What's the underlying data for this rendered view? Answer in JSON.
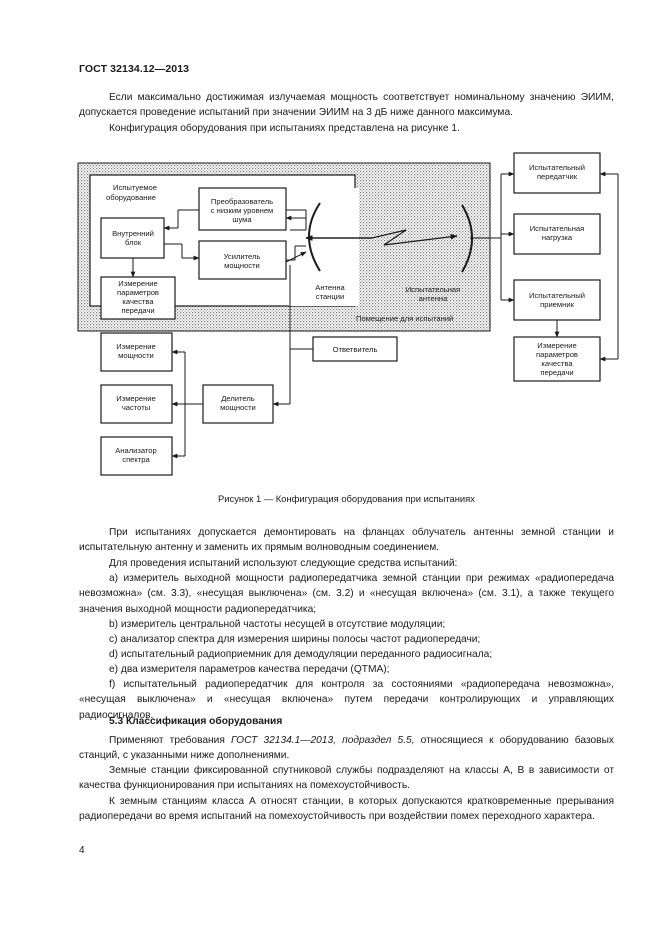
{
  "header": {
    "standard": "ГОСТ 32134.12—2013"
  },
  "intro": {
    "p1": "Если максимально достижимая излучаемая мощность соответствует номинальному значению ЭИИМ, допускается проведение испытаний при значении ЭИИМ на 3 дБ ниже данного максимума.",
    "p2": "Конфигурация оборудования при испытаниях представлена на рисунке 1."
  },
  "figure": {
    "eut_label_1": "Испытуемое",
    "eut_label_2": "оборудование",
    "lna_1": "Преобразователь",
    "lna_2": "с низким уровнем",
    "lna_3": "шума",
    "inner_1": "Внутренний",
    "inner_2": "блок",
    "pa_1": "Усилитель",
    "pa_2": "мощности",
    "station_ant_1": "Антенна",
    "station_ant_2": "станции",
    "test_ant_1": "Испытательная",
    "test_ant_2": "антенна",
    "room": "Помещение для испытаний",
    "qual_1": "Измерение",
    "qual_2": "параметров",
    "qual_3": "качества",
    "qual_4": "передачи",
    "power_1": "Измерение",
    "power_2": "мощности",
    "freq_1": "Измерение",
    "freq_2": "частоты",
    "spec_1": "Анализатор",
    "spec_2": "спектра",
    "divider_1": "Делитель",
    "divider_2": "мощности",
    "coupler": "Ответвитель",
    "tx_1": "Испытательный",
    "tx_2": "передатчик",
    "load_1": "Испытательная",
    "load_2": "нагрузка",
    "rx_1": "Испытательный",
    "rx_2": "приемник",
    "qual_r_1": "Измерение",
    "qual_r_2": "параметров",
    "qual_r_3": "качества",
    "qual_r_4": "передачи",
    "caption": "Рисунок  1 — Конфигурация оборудования при испытаниях"
  },
  "body": {
    "p3": "При испытаниях допускается демонтировать на фланцах облучатель антенны земной станции и испытательную антенну и заменить их прямым волноводным соединением.",
    "p4": "Для проведения испытаний используют следующие средства испытаний:",
    "item_a": "a)  измеритель выходной мощности радиопередатчика земной станции при режимах «радиопередача невозможна» (см. 3.3), «несущая выключена» (см. 3.2) и «несущая включена» (см. 3.1), а также текущего значения выходной мощности радиопередатчика;",
    "item_b": "b)  измеритель центральной частоты несущей в отсутствие модуляции;",
    "item_c": "c)  анализатор спектра для измерения ширины полосы частот радиопередачи;",
    "item_d": "d)  испытательный радиоприемник для демодуляции переданного радиосигнала;",
    "item_e": "e)  два измерителя параметров качества передачи (QTMA);",
    "item_f": "f)   испытательный радиопередатчик для контроля за состояниями «радиопередача невозможна», «несущая выключена» и «несущая включена» путем передачи контролирующих и управляющих радиосигналов."
  },
  "section": {
    "title": "5.3  Классификация оборудования",
    "p5_start": "Применяют требования ",
    "p5_ref": "ГОСТ 32134.1—2013, подраздел 5.5,",
    "p5_end": " относящиеся к оборудованию базовых станций, с указанными ниже дополнениями.",
    "p6": "Земные станции фиксированной спутниковой службы подразделяют на классы А, В в зависимости от качества функционирования при испытаниях на помехоустойчивость.",
    "p7": "К земным станциям класса А относят станции, в которых допускаются кратковременные прерывания радиопередачи во время испытаний на помехоустойчивость при воздействии помех переходного характера."
  },
  "footer": {
    "page_number": "4"
  }
}
